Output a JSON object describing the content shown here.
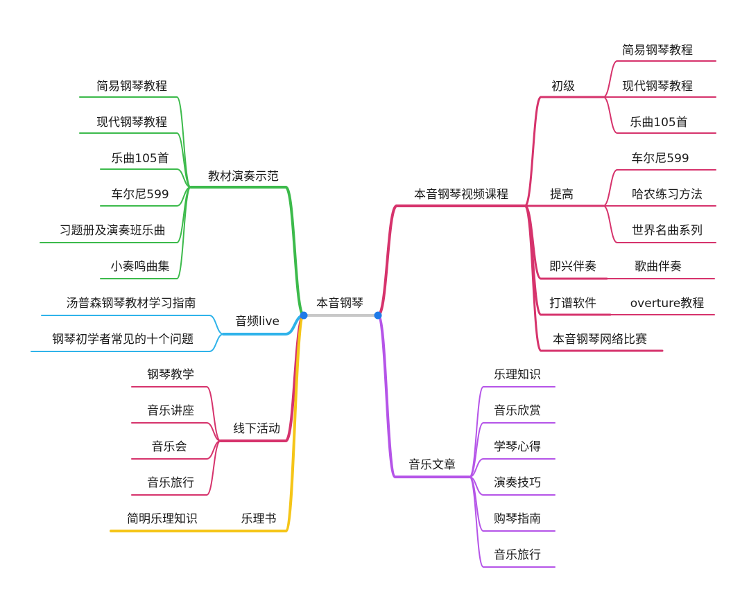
{
  "root": {
    "label": "本音钢琴"
  },
  "branches": {
    "course": {
      "label": "本音钢琴视频课程",
      "color": "#d6336c",
      "children": [
        {
          "label": "初级",
          "children": [
            "简易钢琴教程",
            "现代钢琴教程",
            "乐曲105首"
          ]
        },
        {
          "label": "提高",
          "children": [
            "车尔尼599",
            "哈农练习方法",
            "世界名曲系列"
          ]
        },
        {
          "label": "即兴伴奏",
          "children": [
            "歌曲伴奏"
          ]
        },
        {
          "label": "打谱软件",
          "children": [
            "overture教程"
          ]
        },
        {
          "label": "本音钢琴网络比赛",
          "children": []
        }
      ]
    },
    "articles": {
      "label": "音乐文章",
      "color": "#b554e8",
      "children": [
        "乐理知识",
        "音乐欣赏",
        "学琴心得",
        "演奏技巧",
        "购琴指南",
        "音乐旅行"
      ]
    },
    "textbook": {
      "label": "教材演奏示范",
      "color": "#3cba4b",
      "children": [
        "简易钢琴教程",
        "现代钢琴教程",
        "乐曲105首",
        "车尔尼599",
        "习题册及演奏班乐曲",
        "小奏鸣曲集"
      ]
    },
    "audio": {
      "label": "音频live",
      "color": "#2fb3ea",
      "children": [
        "汤普森钢琴教材学习指南",
        "钢琴初学者常见的十个问题"
      ]
    },
    "offline": {
      "label": "线下活动",
      "color": "#d6336c",
      "children": [
        "钢琴教学",
        "音乐讲座",
        "音乐会",
        "音乐旅行"
      ]
    },
    "theory": {
      "label": "乐理书",
      "color": "#f5c518",
      "children": [
        "简明乐理知识"
      ]
    }
  },
  "colors": {
    "root_line": "#c8c8c8",
    "dot": "#1f7ae8",
    "text": "#1a1a1a"
  }
}
